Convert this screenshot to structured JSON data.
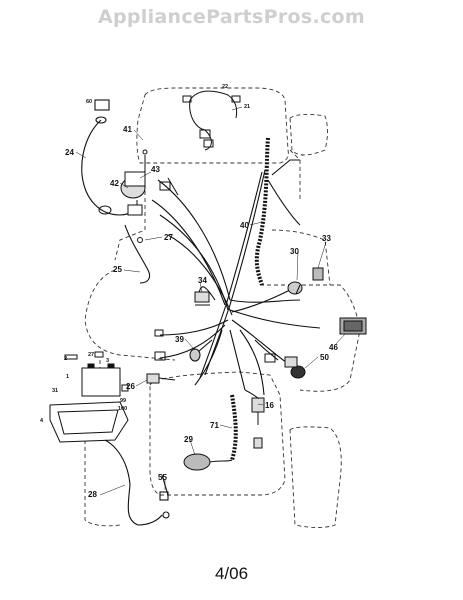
{
  "watermark": "AppliancePartsPros.com",
  "footer_date": "4/06",
  "callouts": [
    "22",
    "21",
    "60",
    "41",
    "24",
    "43",
    "42",
    "40",
    "27",
    "30",
    "33",
    "25",
    "34",
    "39",
    "46",
    "50",
    "2",
    "27",
    "3",
    "1",
    "31",
    "99",
    "100",
    "4",
    "26",
    "16",
    "71",
    "29",
    "28",
    "55"
  ]
}
